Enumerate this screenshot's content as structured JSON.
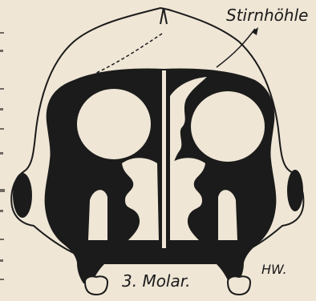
{
  "figure": {
    "label_sinus": "Stirnhöhle",
    "label_molar": "3. Molar.",
    "signature": "HW."
  },
  "colors": {
    "paper": "#efe6d6",
    "ink": "#1b1b1b"
  }
}
